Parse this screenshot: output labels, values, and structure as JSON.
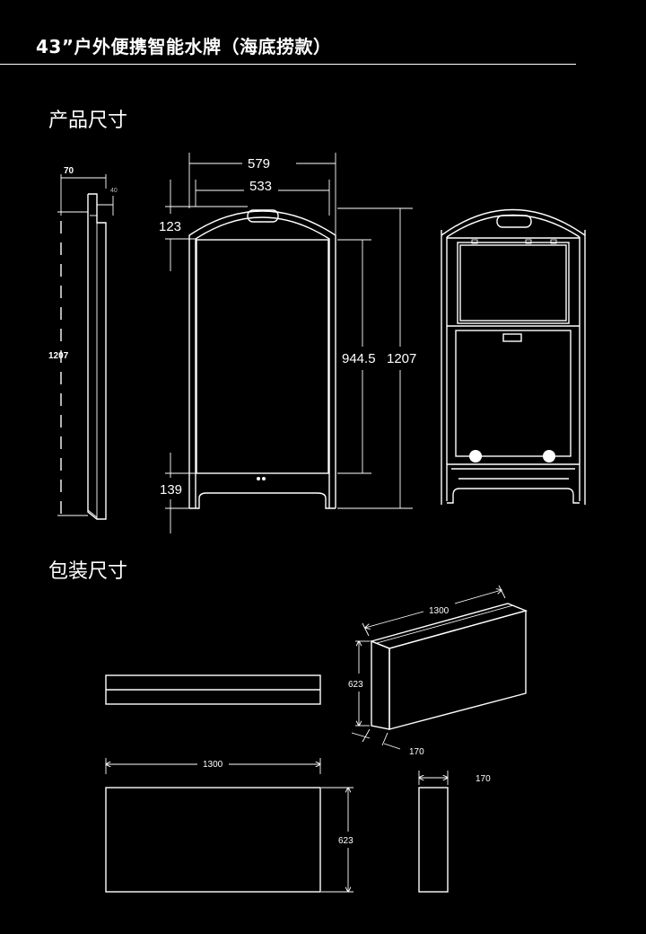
{
  "header": {
    "title": "43”户外便携智能水牌（海底捞款）"
  },
  "sections": {
    "product": "产品尺寸",
    "package": "包装尺寸"
  },
  "side_view": {
    "depth": "70",
    "top_depth": "40",
    "height": "1207"
  },
  "front_view": {
    "outer_width": "579",
    "inner_width": "533",
    "top_height": "123",
    "screen_height": "944.5",
    "total_height": "1207",
    "bottom_height": "139"
  },
  "package_views": {
    "length": "1300",
    "height": "623",
    "depth": "170",
    "iso_length": "1300",
    "iso_height": "623",
    "iso_depth": "170",
    "side_depth": "170"
  },
  "colors": {
    "background": "#000000",
    "line": "#ffffff"
  }
}
